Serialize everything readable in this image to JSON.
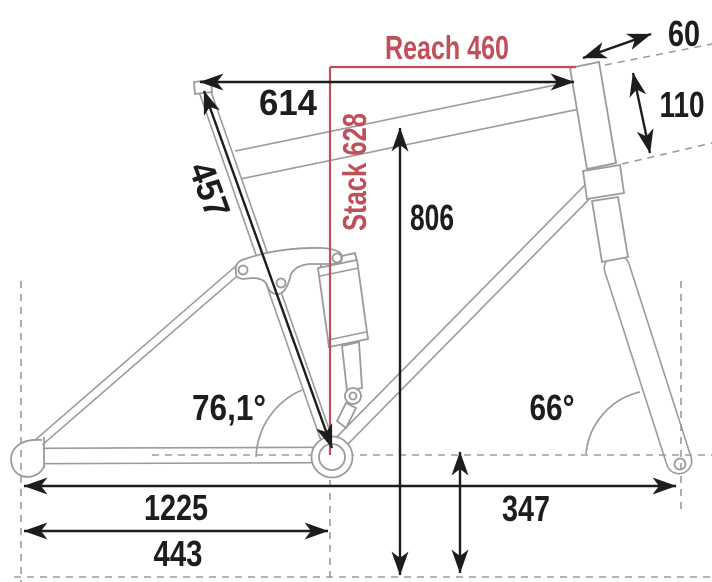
{
  "diagram": {
    "subject": "full-suspension bike frame geometry",
    "colors": {
      "accent": "#bf4f58",
      "frame": "#9b9b9b",
      "dimensions": "#1d1d1b",
      "background": "#ffffff"
    },
    "labels": {
      "reach": "Reach 460",
      "stack": "Stack 628",
      "top_tube_horizontal": "614",
      "seat_tube_length": "457",
      "standover_height": "806",
      "head_tube_length": "110",
      "head_tube_top_offset": "60",
      "seat_tube_angle": "76,1°",
      "head_tube_angle": "66°",
      "wheelbase": "1225",
      "chainstay_length": "443",
      "bb_height": "347"
    }
  }
}
